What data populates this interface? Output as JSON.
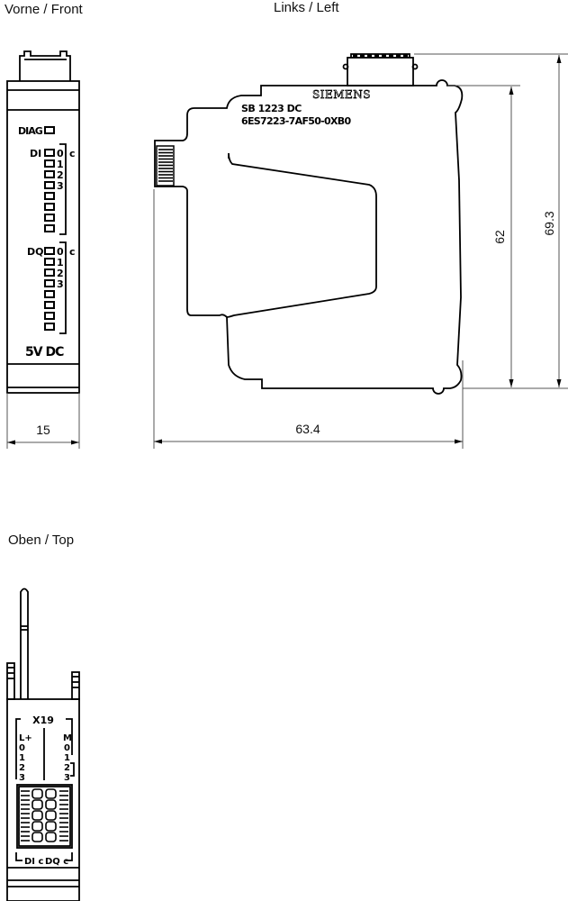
{
  "views": {
    "front": {
      "title": "Vorne / Front",
      "diag_label": "DIAG",
      "di_label": "DI",
      "dq_label": "DQ",
      "common_label": "c",
      "channel_numbers": [
        "0",
        "1",
        "2",
        "3"
      ],
      "voltage_label": "5V DC",
      "width_dim": "15"
    },
    "left": {
      "title": "Links / Left",
      "brand": "SIEMENS",
      "product_name": "SB 1223 DC",
      "order_number": "6ES7223-7AF50-0XB0",
      "depth_dim": "63.4",
      "height_dim_inner": "62",
      "height_dim_outer": "69.3"
    },
    "top": {
      "title": "Oben / Top",
      "connector_label": "X19",
      "left_col": [
        "L+",
        "0",
        "1",
        "2",
        "3"
      ],
      "right_col": [
        "M",
        "0",
        "1",
        "2",
        "3"
      ],
      "bottom_left": "DI c",
      "bottom_right": "DQ c"
    }
  },
  "colors": {
    "line": "#000000",
    "dim_line": "#555555",
    "background": "#ffffff"
  }
}
